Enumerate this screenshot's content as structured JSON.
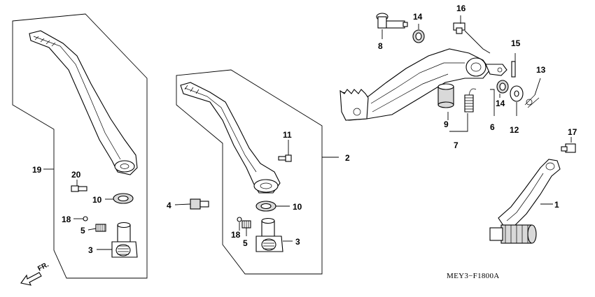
{
  "diagram": {
    "drawing_code": "MEY3−F1800A",
    "direction_label": "FR.",
    "callouts": {
      "c1": "1",
      "c2": "2",
      "c3a": "3",
      "c3b": "3",
      "c4": "4",
      "c5a": "5",
      "c5b": "5",
      "c6": "6",
      "c7": "7",
      "c8": "8",
      "c9": "9",
      "c10a": "10",
      "c10b": "10",
      "c11": "11",
      "c12": "12",
      "c13": "13",
      "c14a": "14",
      "c14b": "14",
      "c15": "15",
      "c16": "16",
      "c17": "17",
      "c18a": "18",
      "c18b": "18",
      "c19": "19",
      "c20": "20"
    }
  }
}
